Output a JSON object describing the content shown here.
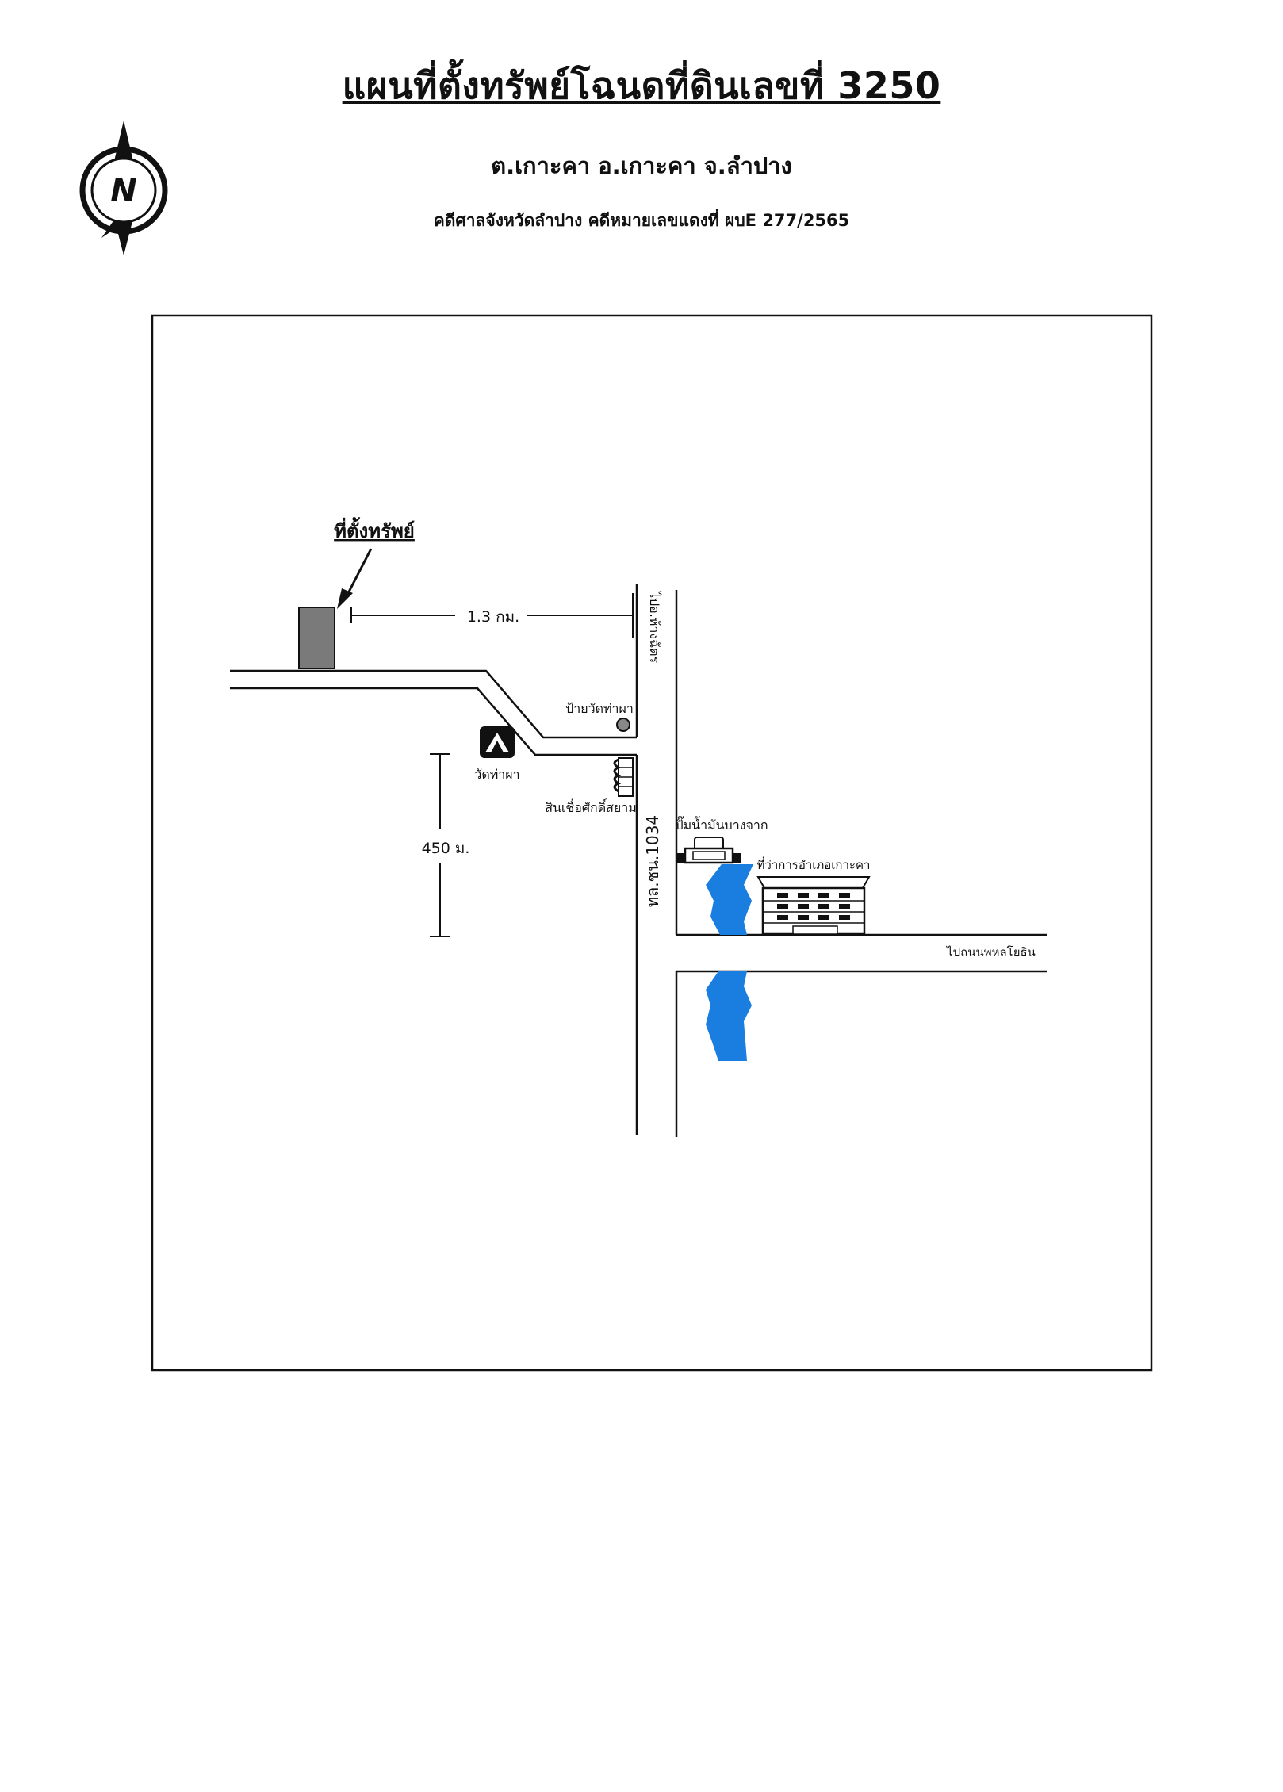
{
  "header": {
    "title": "แผนที่ตั้งทรัพย์โฉนดที่ดินเลขที่ 3250",
    "location": "ต.เกาะคา อ.เกาะคา จ.ลำปาง",
    "case_info": "คดีศาลจังหวัดลำปาง คดีหมายเลขแดงที่ ผบE 277/2565"
  },
  "compass": {
    "letter": "N",
    "icon": "north-arrow-icon"
  },
  "map": {
    "property_label": "ที่ตั้งทรัพย์",
    "distance_horizontal": "1.3 กม.",
    "distance_vertical": "450 ม.",
    "to_hang_chat": "ไปอ.ห้างฉัตร",
    "sign_wat_tha_pha": "ป้ายวัดท่าผา",
    "wat_tha_pha": "วัดท่าผา",
    "siam_shop": "สินเชื่อศักดิ์สยาม",
    "gas_station": "ปั๊มน้ำมันบางจาก",
    "district_office": "ที่ว่าการอำเภอเกาะคา",
    "highway": "ทล.ชน.1034",
    "to_road": "ไปถนนพหลโยธิน",
    "river_color": "#1a7de0",
    "property_color": "#7a7a7a"
  }
}
